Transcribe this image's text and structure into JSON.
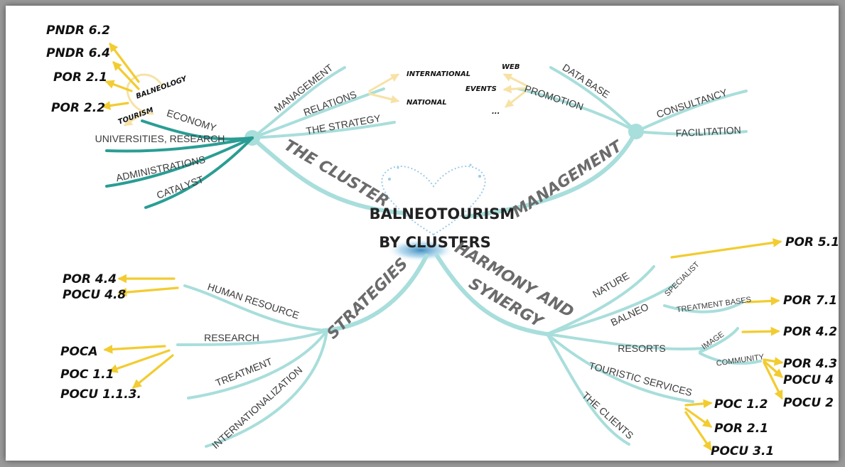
{
  "center": {
    "line1": "BALNEOTOURISM",
    "line2": "BY CLUSTERS"
  },
  "main_branches": {
    "cluster": "THE CLUSTER",
    "management": "MANAGEMENT",
    "strategies": "STRATEGIES",
    "harmony1": "HARMONY AND",
    "harmony2": "SYNERGY"
  },
  "cluster": {
    "management": "MANAGEMENT",
    "relations": "RELATIONS",
    "strategy": "THE STRATEGY",
    "economy": "ECONOMY",
    "universities": "UNIVERSITIES, RESEARCH",
    "administrations": "ADMINISTRATIONS",
    "catalyst": "CATALYST",
    "international": "INTERNATIONAL",
    "national": "NATIONAL",
    "balneology": "BALNEOLOGY",
    "tourism": "TOURISM"
  },
  "programs_top_left": [
    "PNDR 6.2",
    "PNDR 6.4",
    "POR 2.1",
    "POR 2.2"
  ],
  "management": {
    "promotion": "PROMOTION",
    "database": "DATA BASE",
    "consultancy": "CONSULTANCY",
    "facilitation": "FACILITATION",
    "web": "WEB",
    "events": "EVENTS",
    "more": "..."
  },
  "strategies": {
    "human_resource": "HUMAN   RESOURCE",
    "research": "RESEARCH",
    "treatment": "TREATMENT",
    "internationalization": "INTERNATIONALIZATION",
    "hr_programs": [
      "POR 4.4",
      "POCU 4.8"
    ],
    "research_programs": [
      "POCA",
      "POC 1.1",
      "POCU 1.1.3."
    ]
  },
  "harmony": {
    "nature": "NATURE",
    "balneo": "BALNEO",
    "specialist": "SPECIALIST",
    "treatment_bases": "TREATMENT BASES",
    "resorts": "RESORTS",
    "image": "IMAGE",
    "community": "COMMUNITY",
    "touristic_services": "TOURISTIC SERVICES",
    "clients": "THE CLIENTS",
    "nature_program": "POR 5.1",
    "treatment_program": "POR 7.1",
    "image_program": "POR 4.2",
    "community_programs": [
      "POR 4.3",
      "POCU 4",
      "POCU 2"
    ],
    "services_programs": [
      "POC 1.2",
      "POR 2.1",
      "POCU 3.1"
    ]
  }
}
